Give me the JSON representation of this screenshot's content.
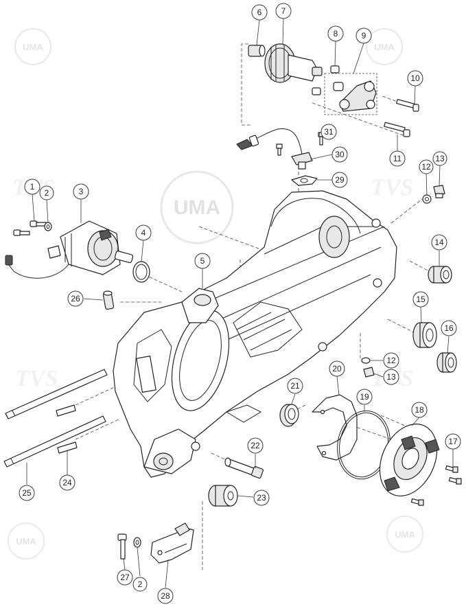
{
  "watermarks": {
    "brand_uma": "UMA",
    "brand_tvs": "TVS"
  },
  "callouts": [
    {
      "id": "c1",
      "label": "1"
    },
    {
      "id": "c2a",
      "label": "2"
    },
    {
      "id": "c3",
      "label": "3"
    },
    {
      "id": "c4",
      "label": "4"
    },
    {
      "id": "c5",
      "label": "5"
    },
    {
      "id": "c6",
      "label": "6"
    },
    {
      "id": "c7",
      "label": "7"
    },
    {
      "id": "c8",
      "label": "8"
    },
    {
      "id": "c9",
      "label": "9"
    },
    {
      "id": "c10",
      "label": "10"
    },
    {
      "id": "c11",
      "label": "11"
    },
    {
      "id": "c12a",
      "label": "12"
    },
    {
      "id": "c13a",
      "label": "13"
    },
    {
      "id": "c14",
      "label": "14"
    },
    {
      "id": "c15",
      "label": "15"
    },
    {
      "id": "c16",
      "label": "16"
    },
    {
      "id": "c12b",
      "label": "12"
    },
    {
      "id": "c13b",
      "label": "13"
    },
    {
      "id": "c17",
      "label": "17"
    },
    {
      "id": "c18",
      "label": "18"
    },
    {
      "id": "c19",
      "label": "19"
    },
    {
      "id": "c20",
      "label": "20"
    },
    {
      "id": "c21",
      "label": "21"
    },
    {
      "id": "c22",
      "label": "22"
    },
    {
      "id": "c23",
      "label": "23"
    },
    {
      "id": "c24",
      "label": "24"
    },
    {
      "id": "c25",
      "label": "25"
    },
    {
      "id": "c26",
      "label": "26"
    },
    {
      "id": "c27",
      "label": "27"
    },
    {
      "id": "c2b",
      "label": "2"
    },
    {
      "id": "c28",
      "label": "28"
    },
    {
      "id": "c29",
      "label": "29"
    },
    {
      "id": "c30",
      "label": "30"
    },
    {
      "id": "c31",
      "label": "31"
    }
  ]
}
